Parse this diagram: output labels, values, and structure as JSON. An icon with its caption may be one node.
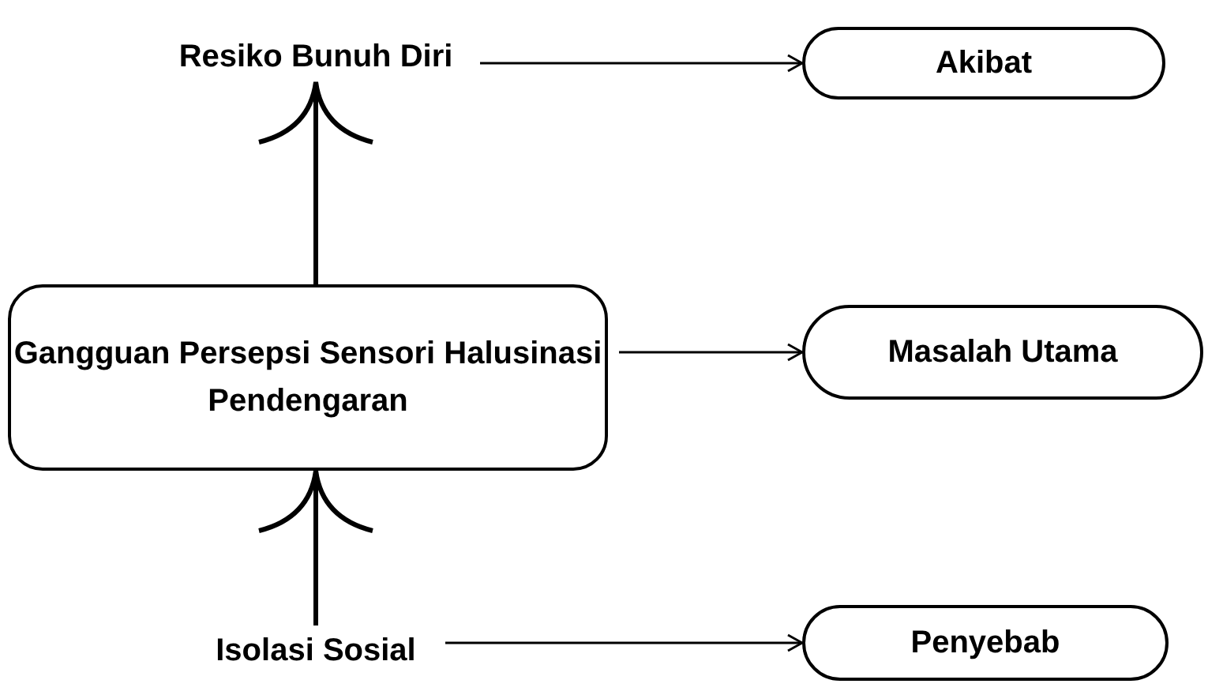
{
  "diagram": {
    "nodes": [
      {
        "text": [
          "Resiko Bunuh Diri"
        ]
      },
      {
        "text": [
          "Akibat"
        ]
      },
      {
        "text": [
          "Gangguan Persepsi Sensori Halusinasi Pendengaran"
        ]
      },
      {
        "text": [
          "Masalah Utama"
        ]
      },
      {
        "text": [
          "Isolasi Sosial"
        ]
      },
      {
        "text": [
          "Penyebab"
        ]
      }
    ],
    "edges": [
      {
        "from": 0,
        "to": 1,
        "arrow": "to"
      },
      {
        "from": 2,
        "to": 0,
        "arrow": "to",
        "style": "thick"
      },
      {
        "from": 2,
        "to": 3,
        "arrow": "to"
      },
      {
        "from": 4,
        "to": 2,
        "arrow": "to",
        "style": "thick"
      },
      {
        "from": 4,
        "to": 5,
        "arrow": "to"
      }
    ]
  }
}
